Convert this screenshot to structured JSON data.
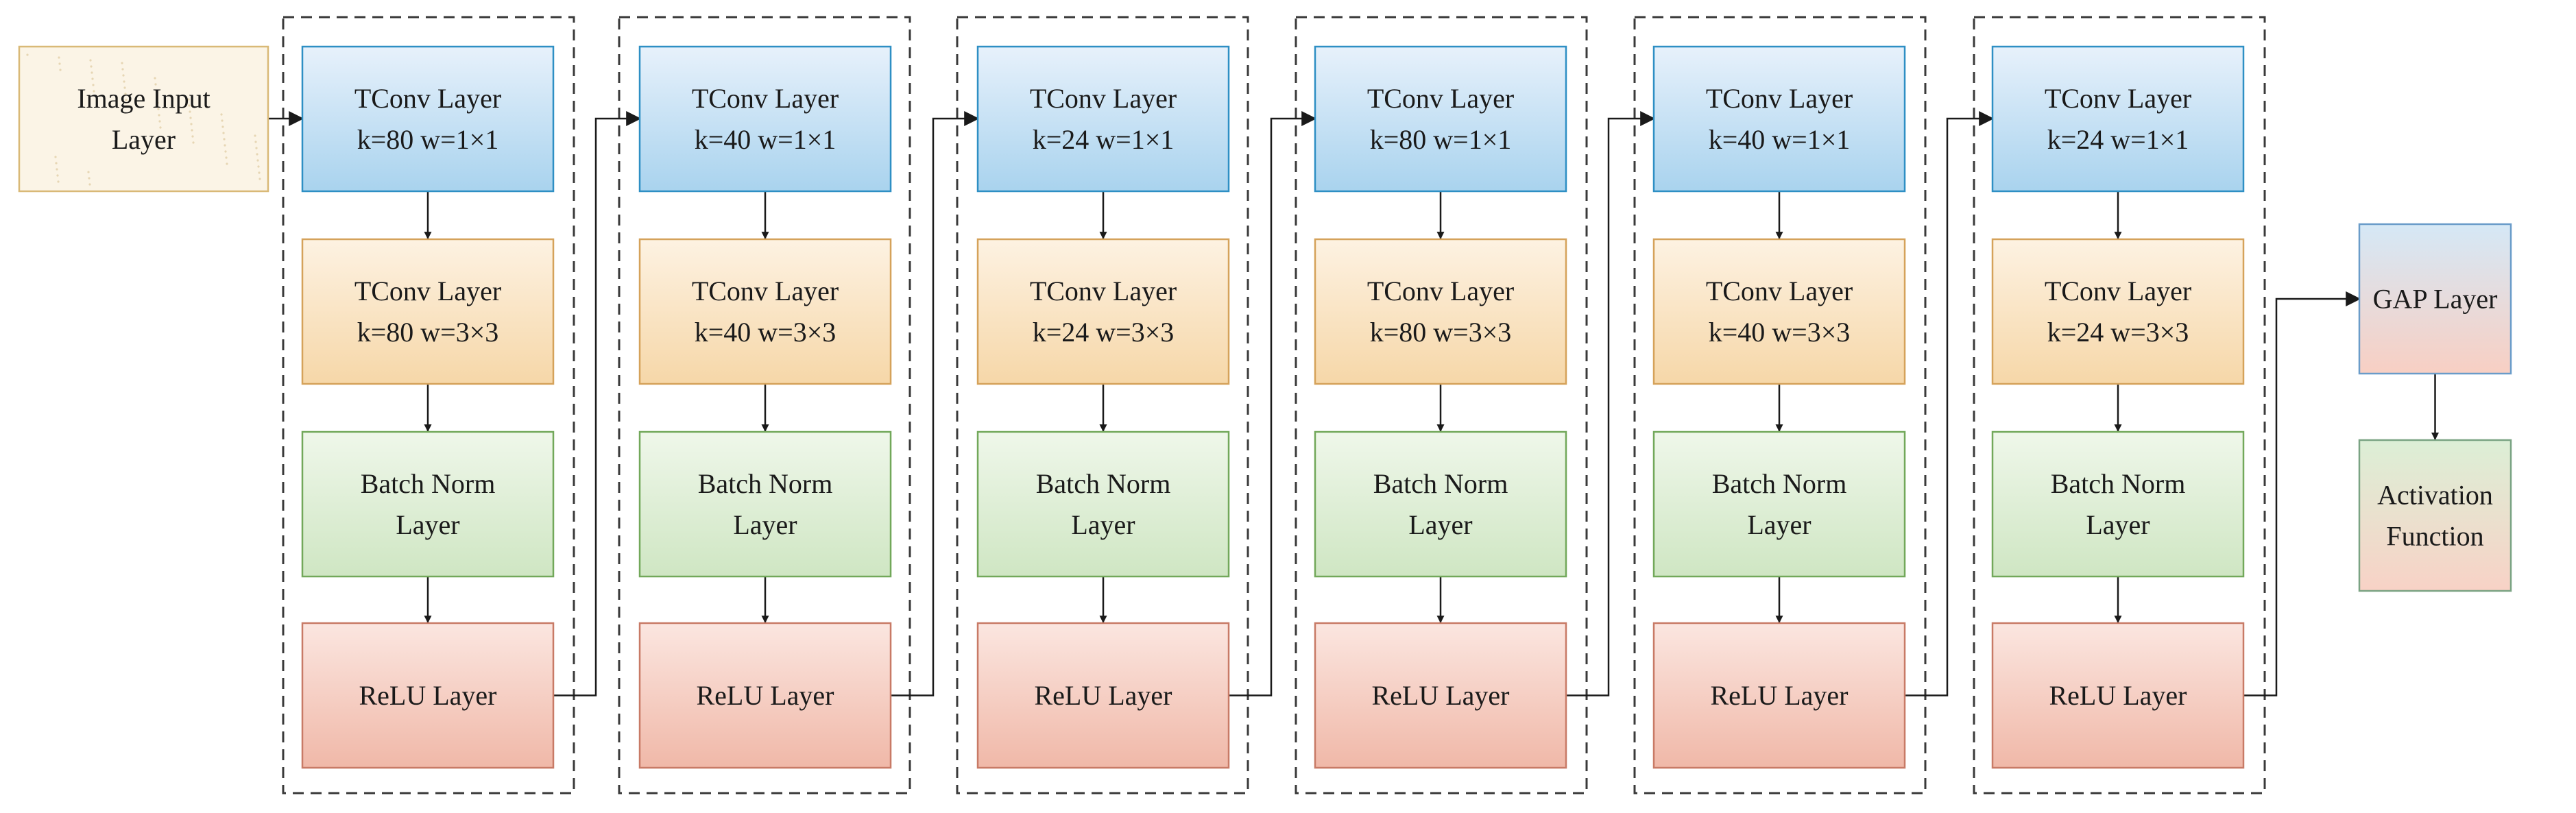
{
  "input_layer": {
    "line1": "Image Input",
    "line2": "Layer"
  },
  "blocks": [
    {
      "tconv1": {
        "line1": "TConv Layer",
        "line2": "k=80 w=1×1"
      },
      "tconv2": {
        "line1": "TConv Layer",
        "line2": "k=80 w=3×3"
      },
      "bn": {
        "line1": "Batch Norm",
        "line2": "Layer"
      },
      "relu": {
        "line1": "ReLU Layer"
      }
    },
    {
      "tconv1": {
        "line1": "TConv Layer",
        "line2": "k=40 w=1×1"
      },
      "tconv2": {
        "line1": "TConv Layer",
        "line2": "k=40 w=3×3"
      },
      "bn": {
        "line1": "Batch Norm",
        "line2": "Layer"
      },
      "relu": {
        "line1": "ReLU Layer"
      }
    },
    {
      "tconv1": {
        "line1": "TConv Layer",
        "line2": "k=24 w=1×1"
      },
      "tconv2": {
        "line1": "TConv Layer",
        "line2": "k=24 w=3×3"
      },
      "bn": {
        "line1": "Batch Norm",
        "line2": "Layer"
      },
      "relu": {
        "line1": "ReLU Layer"
      }
    },
    {
      "tconv1": {
        "line1": "TConv Layer",
        "line2": "k=80 w=1×1"
      },
      "tconv2": {
        "line1": "TConv Layer",
        "line2": "k=80 w=3×3"
      },
      "bn": {
        "line1": "Batch Norm",
        "line2": "Layer"
      },
      "relu": {
        "line1": "ReLU Layer"
      }
    },
    {
      "tconv1": {
        "line1": "TConv Layer",
        "line2": "k=40 w=1×1"
      },
      "tconv2": {
        "line1": "TConv Layer",
        "line2": "k=40 w=3×3"
      },
      "bn": {
        "line1": "Batch Norm",
        "line2": "Layer"
      },
      "relu": {
        "line1": "ReLU Layer"
      }
    },
    {
      "tconv1": {
        "line1": "TConv Layer",
        "line2": "k=24 w=1×1"
      },
      "tconv2": {
        "line1": "TConv Layer",
        "line2": "k=24 w=3×3"
      },
      "bn": {
        "line1": "Batch Norm",
        "line2": "Layer"
      },
      "relu": {
        "line1": "ReLU Layer"
      }
    }
  ],
  "gap_layer": {
    "line1": "GAP Layer"
  },
  "activation": {
    "line1": "Activation",
    "line2": "Function"
  },
  "colors": {
    "tconv1_top": "#e7f1fb",
    "tconv1_bottom": "#a9d3ee",
    "tconv1_border": "#2e8fc4",
    "tconv2_top": "#fdf2e2",
    "tconv2_bottom": "#f6d7a8",
    "tconv2_border": "#d5a25a",
    "bn_top": "#eff7ea",
    "bn_bottom": "#cfe6c3",
    "bn_border": "#72a85a",
    "relu_top": "#fbe6e0",
    "relu_bottom": "#f0b8a8",
    "relu_border": "#c87a66",
    "input_fill": "#fbf4e6",
    "input_border": "#d9b977",
    "gap_top": "#d5e8f6",
    "gap_bottom": "#f8cfc3",
    "gap_border": "#6a9cc9",
    "act_top": "#dcefd6",
    "act_bottom": "#f8d2c6",
    "act_border": "#7aa383",
    "dashed_border": "#3a3a3a",
    "arrow": "#1a1a1a"
  }
}
